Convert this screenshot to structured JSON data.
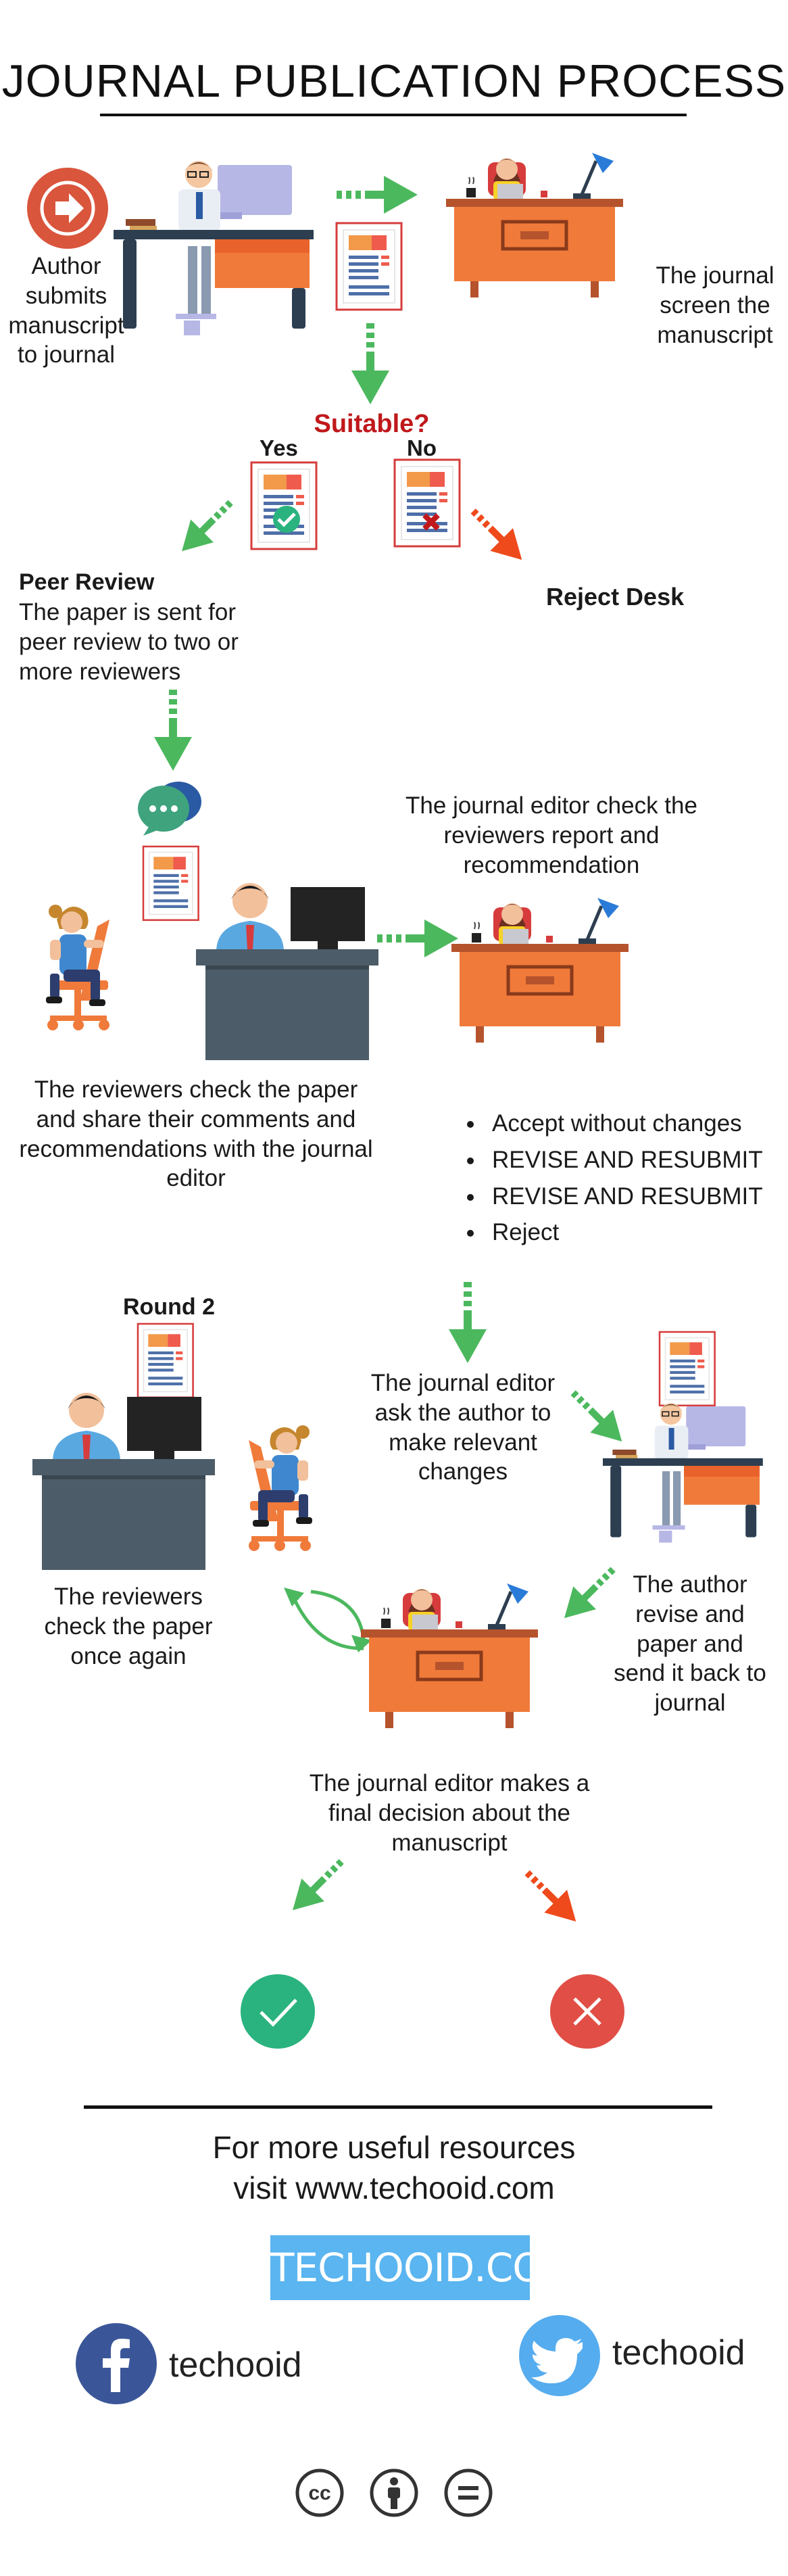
{
  "title": "JOURNAL PUBLICATION PROCESS",
  "steps": {
    "author_submits": "Author submits manuscript to journal",
    "journal_screen": "The journal screen the manuscript",
    "suitable": "Suitable?",
    "yes": "Yes",
    "no": "No",
    "peer_review_heading": "Peer Review",
    "peer_review_text": "The paper is sent for peer review to two or more reviewers",
    "reject_desk": "Reject Desk",
    "editor_check": "The journal editor check the reviewers report and recommendation",
    "reviewers_check": "The reviewers check the paper and share their comments and recommendations with the journal editor",
    "decisions": [
      "Accept without changes",
      "REVISE AND RESUBMIT",
      "REVISE AND RESUBMIT",
      "Reject"
    ],
    "round2": "Round 2",
    "editor_ask": "The journal editor ask the author to make relevant changes",
    "reviewers_again": "The reviewers check the paper once again",
    "author_revise": "The author revise and paper and send it back to journal",
    "final_decision": "The journal editor makes a  final decision about the manuscript"
  },
  "footer": {
    "resources_line1": "For more useful resources",
    "resources_line2": "visit www.techooid.com",
    "brand": "TECHOOID.COM",
    "facebook_handle": "techooid",
    "twitter_handle": "techooid",
    "license_icons": [
      "creative-commons-icon",
      "attribution-icon",
      "no-derivatives-icon"
    ]
  },
  "colors": {
    "arrow_green": "#4cb85e",
    "arrow_red": "#ee4a1b",
    "suitable_red": "#c0181b",
    "desk_orange": "#f07a3a",
    "desk_gray": "#4c5c68",
    "accept_green": "#2ab37e",
    "reject_red": "#e04e45",
    "brand_blue": "#5ab5f0",
    "facebook_blue": "#3b5698",
    "twitter_blue": "#55acee"
  }
}
